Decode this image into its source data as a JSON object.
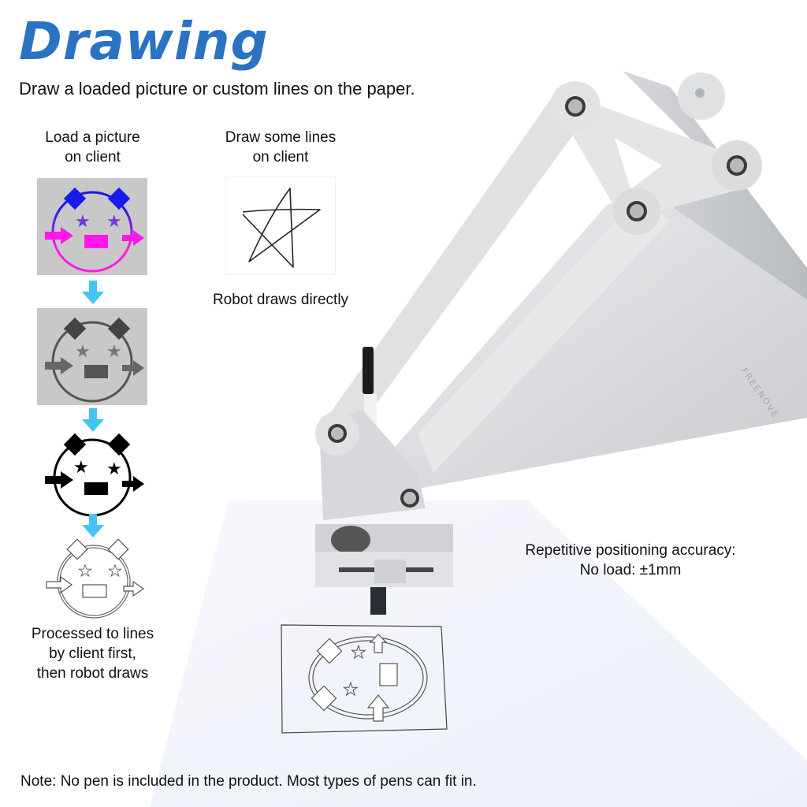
{
  "header": {
    "title": "Drawing",
    "subtitle": "Draw a loaded picture or custom lines on the paper."
  },
  "left_flow": {
    "heading_line1": "Load a picture",
    "heading_line2": "on client",
    "steps": [
      {
        "name": "original-color-image",
        "colors": {
          "top": "#1a1aee",
          "bottom": "#ff18e8",
          "bg": "#c8c8c8"
        }
      },
      {
        "name": "grayscale-image",
        "colors": {
          "fill": "#555555",
          "bg": "#c8c8c8"
        }
      },
      {
        "name": "binarized-image",
        "colors": {
          "fill": "#000000",
          "bg": "#ffffff"
        }
      },
      {
        "name": "outline-lines-image",
        "colors": {
          "stroke": "#555555",
          "bg": "#ffffff"
        }
      }
    ],
    "footer_line1": "Processed to lines",
    "footer_line2": "by client first,",
    "footer_line3": "then robot draws",
    "arrow_color": "#45c3f5"
  },
  "middle_flow": {
    "heading_line1": "Draw some lines",
    "heading_line2": "on client",
    "footer": "Robot draws directly"
  },
  "spec": {
    "line1": "Repetitive positioning accuracy:",
    "line2": "No load: ±1mm"
  },
  "robot": {
    "brand_mark": "FREENOVE"
  },
  "note": "Note: No pen is included in the product. Most types of pens can fit in.",
  "colors": {
    "title_blue": "#2a72c4",
    "arrow_blue": "#45c3f5",
    "aluminum": "#d9dadc",
    "paper": "#f3f5fb"
  }
}
